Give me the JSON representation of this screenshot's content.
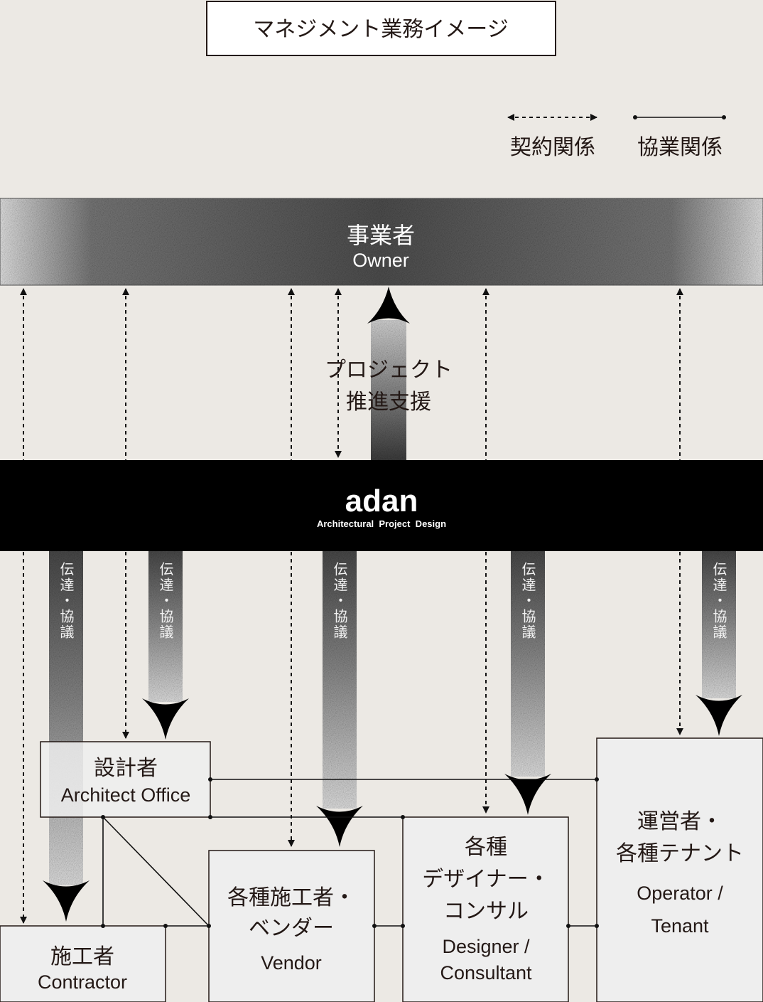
{
  "title": "マネジメント業務イメージ",
  "legend": {
    "contract": "契約関係",
    "collaboration": "協業関係"
  },
  "owner": {
    "jp": "事業者",
    "en": "Owner"
  },
  "support": {
    "line1": "プロジェクト",
    "line2": "推進支援"
  },
  "adan": {
    "name": "adan",
    "subtitle": "Architectural  Project  Design"
  },
  "communication_label": "伝達・協議",
  "parties": {
    "architect": {
      "jp": "設計者",
      "en": "Architect Office"
    },
    "contractor": {
      "jp": "施工者",
      "en": "Contractor"
    },
    "vendor": {
      "jp1": "各種施工者・",
      "jp2": "ベンダー",
      "en": "Vendor"
    },
    "designer": {
      "jp1": "各種",
      "jp2": "デザイナー・",
      "jp3": "コンサル",
      "en1": "Designer /",
      "en2": "Consultant"
    },
    "operator": {
      "jp1": "運営者・",
      "jp2": "各種テナント",
      "en1": "Operator /",
      "en2": "Tenant"
    }
  },
  "colors": {
    "background": "#ece9e4",
    "box": "#eeeeee",
    "adan": "#000000"
  }
}
